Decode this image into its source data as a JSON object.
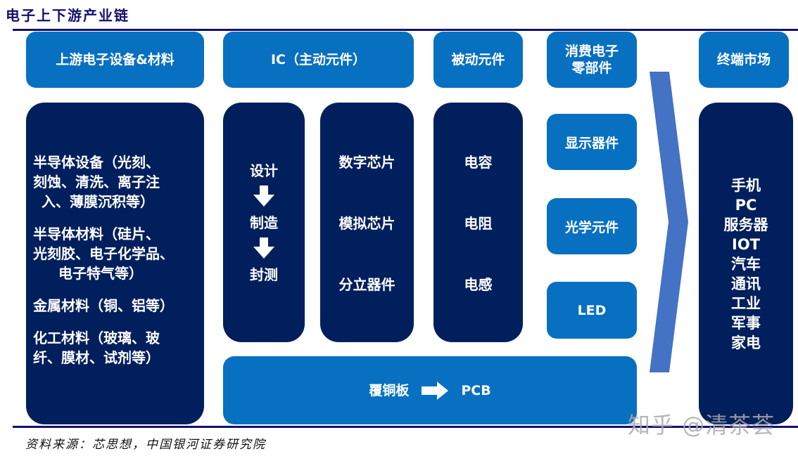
{
  "title": "电子上下游产业链",
  "colors": {
    "header_blue": "#0870c1",
    "dark_navy": "#001f5c",
    "chevron_blue": "#4472c4",
    "rule_navy": "#14106e"
  },
  "upstream": {
    "header": "上游电子设备&材料",
    "items": [
      "半导体设备（光刻、刻蚀、清洗、离子注入、薄膜沉积等）",
      "半导体材料（硅片、光刻胶、电子化学品、电子特气等）",
      "金属材料（铜、铝等）",
      "化工材料（玻璃、玻纤、膜材、试剂等）"
    ],
    "lines": [
      [
        "半导体设备（光刻、",
        "刻蚀、清洗、离子注",
        "入、薄膜沉积等）"
      ],
      [
        "半导体材料（硅片、",
        "光刻胶、电子化学品、",
        "电子特气等）"
      ],
      [
        "金属材料（铜、铝等）"
      ],
      [
        "化工材料（玻璃、玻",
        "纤、膜材、试剂等）"
      ]
    ]
  },
  "ic": {
    "header": "IC（主动元件）",
    "process": [
      "设计",
      "制造",
      "封测"
    ],
    "chips": [
      "数字芯片",
      "模拟芯片",
      "分立器件"
    ]
  },
  "passive": {
    "header": "被动元件",
    "items": [
      "电容",
      "电阻",
      "电感"
    ]
  },
  "consumer": {
    "header_line1": "消费电子",
    "header_line2": "零部件",
    "items": [
      "显示器件",
      "光学元件",
      "LED"
    ]
  },
  "pcb": {
    "from": "覆铜板",
    "to": "PCB"
  },
  "terminal": {
    "header": "终端市场",
    "items": [
      "手机",
      "PC",
      "服务器",
      "IOT",
      "汽车",
      "通讯",
      "工业",
      "军事",
      "家电"
    ]
  },
  "source": "资料来源：芯思想，中国银河证券研究院",
  "watermark": "知乎 @清茶荟"
}
